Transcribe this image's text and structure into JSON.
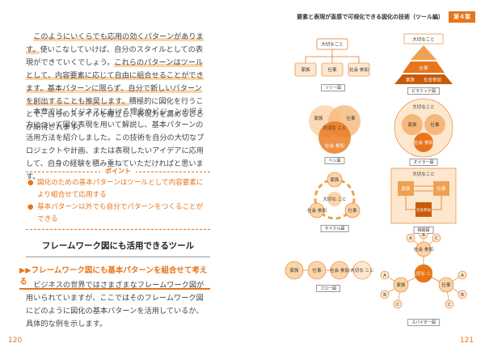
{
  "left_page": {
    "para1": [
      {
        "text": "このようにいくらでも応用の効くパターンがあります。",
        "hl": true
      },
      {
        "text": "使いこなしていけば、自分のスタイルとしての表現ができていくでしょう。",
        "hl": false
      },
      {
        "text": "これらのパターンはツールとして、内容要素に応じて自由に組合せることができます。基本パターンに限らず、自分で新しいパターンを創出することも推奨します。",
        "hl": true
      },
      {
        "text": "積極的に図化を行うことで、自らのスタイルを確立し、表現力を高めることが期待されます。",
        "hl": false
      }
    ],
    "para2": "本章では、ビジネスにおける理念やビジョンの捉え方について図化表現を用いて解説し、基本パターンの活用方法を紹介しました。この技術を自分の大切なプロジェクトや計画、または表現したいアイデアに応用して、自身の経験を積み重ねていただければと思います。",
    "point": {
      "label": "ポイント",
      "items": [
        "図化のための基本パターンはツールとして内容要素により組合せて応用する",
        "基本パターン以外でも自分でパターンをつくることができる"
      ]
    },
    "section_title": "フレームワーク図にも活用できるツール",
    "subsection_title": "▶▶フレームワーク図にも基本パターンを組合せて考える",
    "para3": "ビジネスの世界ではさまざまなフレームワーク図が用いられていますが、ここではそのフレームワーク図にどのように図化の基本パターンを活用しているか、具体的な例を示します。",
    "page_number": "120"
  },
  "right_page": {
    "running_title": "要素と表現が直感で可視化できる図化の技術（ツール編）",
    "chapter_badge": "第４章",
    "page_number": "121",
    "diagrams": {
      "tree": {
        "caption": "ツリー図",
        "top": "大切なこと",
        "left": "家族",
        "middle": "仕事",
        "right": "社会\n参加"
      },
      "pyramid": {
        "caption": "ピラミッド図",
        "top": "大切なこと",
        "middle": "仕事",
        "bottom": "家族　　社会参加"
      },
      "venn": {
        "caption": "ベン図",
        "left": "家族",
        "right": "仕事",
        "bottom": "社会\n参加",
        "center": "大切な\nこと"
      },
      "euler": {
        "caption": "オイラー図",
        "outer": "大切なこと",
        "a": "家族",
        "b": "仕事",
        "c": "社会\n参加"
      },
      "cycle": {
        "caption": "サイクル図",
        "top": "家族",
        "left": "社会\n参加",
        "right": "仕事",
        "center": "大切な\nこと"
      },
      "matrix": {
        "caption": "相関図",
        "top": "大切なこと",
        "left": "家族",
        "right": "仕事",
        "bottom": "社会参加"
      },
      "flow": {
        "caption": "フロー図",
        "n1": "家族",
        "n2": "仕事",
        "n3": "社会\n参加",
        "n4": "大切な\nこと"
      },
      "spider": {
        "caption": "スパイダー図",
        "center": "大切な\nこと",
        "top": "社会\n参加",
        "left": "家族",
        "right": "仕事",
        "leaves": [
          "A",
          "B",
          "C",
          "A",
          "B",
          "C",
          "A",
          "B",
          "C"
        ]
      }
    }
  },
  "colors": {
    "accent": "#e8751a",
    "light": "#fbd4a8",
    "pale": "#fde7cf",
    "mid": "#f4a460"
  }
}
